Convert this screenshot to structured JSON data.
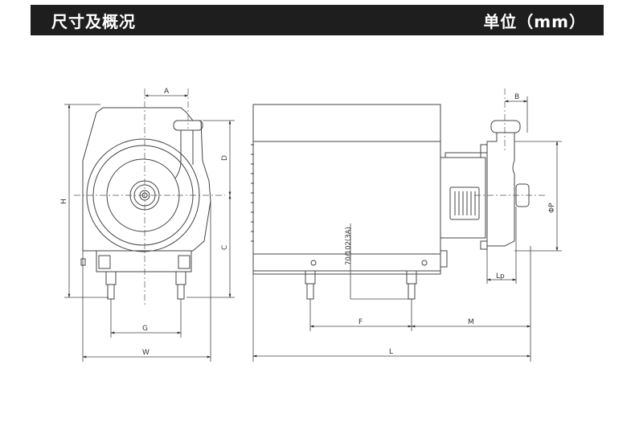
{
  "header": {
    "title": "尺寸及概况",
    "unit": "单位（mm）"
  },
  "dimensions": {
    "A": "A",
    "B": "B",
    "C": "C",
    "D": "D",
    "F": "F",
    "G": "G",
    "H": "H",
    "L": "L",
    "M": "M",
    "W": "W",
    "Lp": "Lp",
    "phiP": "ΦP",
    "height_note": "70/102(3A)"
  }
}
